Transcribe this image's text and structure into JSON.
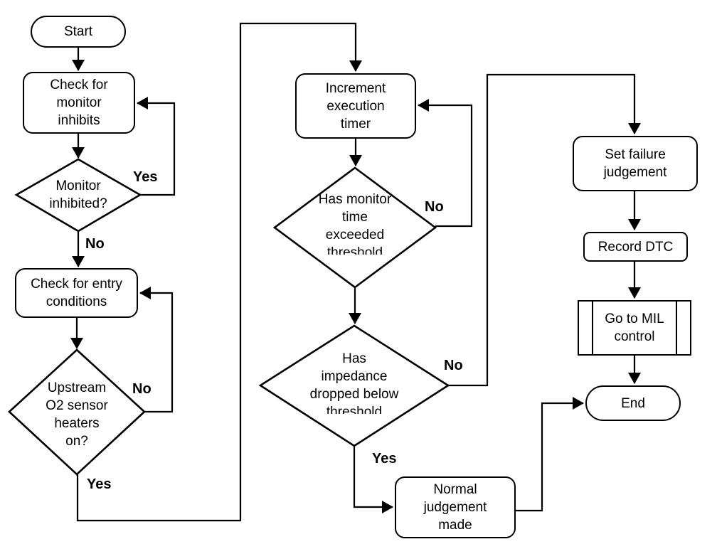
{
  "colors": {
    "background": "#ffffff",
    "line": "#000000",
    "text": "#000000",
    "node_fill": "#ffffff"
  },
  "flowchart": {
    "nodes": {
      "start": "Start",
      "check_monitor_inhibits": "Check for\nmonitor\ninhibits",
      "monitor_inhibited": "Monitor\ninhibited?",
      "check_entry_conditions": "Check for entry\nconditions",
      "upstream_o2_heaters": "Upstream\nO2 sensor\nheaters\non?",
      "increment_timer": "Increment\nexecution\ntimer",
      "monitor_time_exceeded": "Has monitor\ntime\nexceeded\nthreshold",
      "impedance_dropped": "Has\nimpedance\ndropped below\nthreshold",
      "normal_judgement": "Normal\njudgement\nmade",
      "set_failure_judgement": "Set failure\njudgement",
      "record_dtc": "Record DTC",
      "go_to_mil_control": "Go to MIL\ncontrol",
      "end": "End"
    },
    "edge_labels": {
      "monitor_inhibited_yes": "Yes",
      "monitor_inhibited_no": "No",
      "upstream_o2_no": "No",
      "upstream_o2_yes": "Yes",
      "monitor_time_no": "No",
      "impedance_no": "No",
      "impedance_yes": "Yes"
    }
  }
}
